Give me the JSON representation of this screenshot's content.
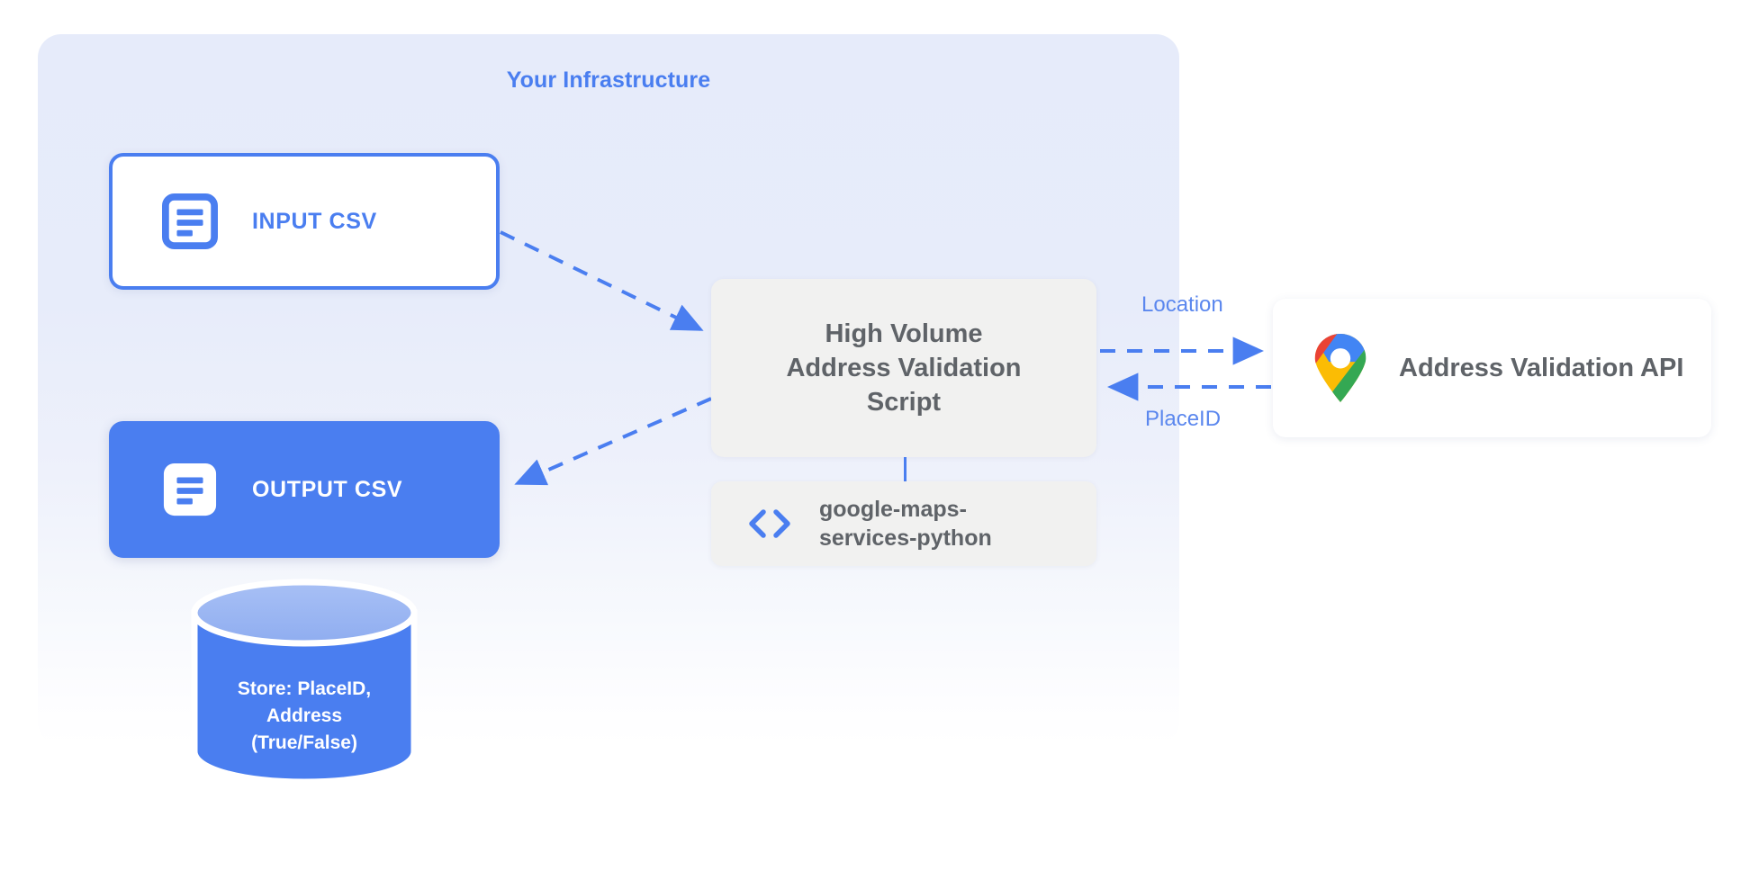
{
  "panel": {
    "title": "Your Infrastructure",
    "accent_color": "#4a7ef0",
    "background_color": "#e6ebfa"
  },
  "nodes": {
    "input_csv": {
      "label": "INPUT CSV",
      "icon": "document-icon",
      "text_color": "#4a7ef0",
      "fill_color": "#ffffff",
      "border_color": "#4a7ef0"
    },
    "output_csv": {
      "label": "OUTPUT CSV",
      "icon": "document-icon",
      "text_color": "#ffffff",
      "fill_color": "#4a7ef0",
      "border_color": "#4a7ef0"
    },
    "script": {
      "label": "High Volume Address Validation Script",
      "line1": "High Volume",
      "line2": "Address Validation",
      "line3": "Script",
      "text_color": "#5f6368",
      "fill_color": "#f1f1f0"
    },
    "library": {
      "label": "google-maps-services-python",
      "line1": "google-maps-",
      "line2": "services-python",
      "icon": "code-brackets-icon",
      "icon_color": "#4a7ef0",
      "text_color": "#5f6368",
      "fill_color": "#f1f1f0"
    },
    "api": {
      "label": "Address Validation API",
      "icon": "google-maps-pin-icon",
      "text_color": "#5f6368",
      "fill_color": "#ffffff"
    },
    "datastore": {
      "line1": "Store: PlaceID,",
      "line2": "Address",
      "line3": "(True/False)",
      "label": "Store: PlaceID, Address (True/False)",
      "text_color": "#ffffff",
      "body_color": "#4a7ef0",
      "top_color": "#93b2f2"
    }
  },
  "edges": [
    {
      "id": "input-to-script",
      "from": "input_csv",
      "to": "script",
      "label": "",
      "style": "dashed",
      "direction": "forward",
      "color": "#4a7ef0"
    },
    {
      "id": "script-to-output",
      "from": "script",
      "to": "output_csv",
      "label": "",
      "style": "dashed",
      "direction": "forward",
      "color": "#4a7ef0"
    },
    {
      "id": "script-to-api",
      "from": "script",
      "to": "api",
      "label": "Location",
      "style": "dashed",
      "direction": "forward",
      "color": "#4a7ef0"
    },
    {
      "id": "api-to-script",
      "from": "api",
      "to": "script",
      "label": "PlaceID",
      "style": "dashed",
      "direction": "forward",
      "color": "#4a7ef0"
    },
    {
      "id": "script-to-library",
      "from": "script",
      "to": "library",
      "label": "",
      "style": "solid",
      "direction": "none",
      "color": "#4a7ef0"
    }
  ],
  "edge_labels": {
    "location": "Location",
    "placeid": "PlaceID"
  },
  "palette": {
    "google_blue": "#4285f4",
    "google_red": "#ea4335",
    "google_yellow": "#fbbc04",
    "google_green": "#34a853",
    "accent_blue": "#4a7ef0",
    "label_blue": "#5b87ee",
    "gray_text": "#5f6368",
    "gray_fill": "#f1f1f0"
  }
}
